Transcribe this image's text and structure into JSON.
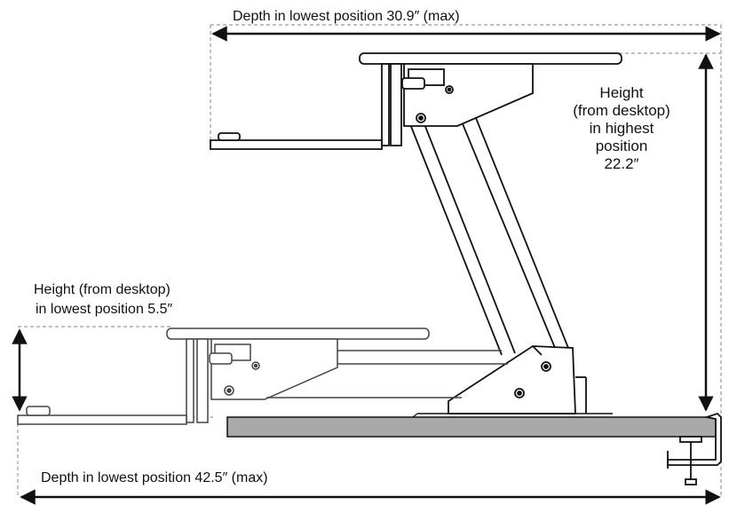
{
  "labels": {
    "depth_high": "Depth in lowest position 30.9″ (max)",
    "height_high_lines": [
      "Height",
      "(from desktop)",
      "in highest",
      "position",
      "22.2″"
    ],
    "height_low_lines": [
      "Height (from desktop)",
      "in lowest position 5.5″"
    ],
    "depth_low": "Depth in lowest position 42.5″ (max)"
  },
  "colors": {
    "line": "#111111",
    "dashed": "#9a9a9a",
    "desk": "#a9a9a9",
    "stroke_light": "#444444"
  }
}
